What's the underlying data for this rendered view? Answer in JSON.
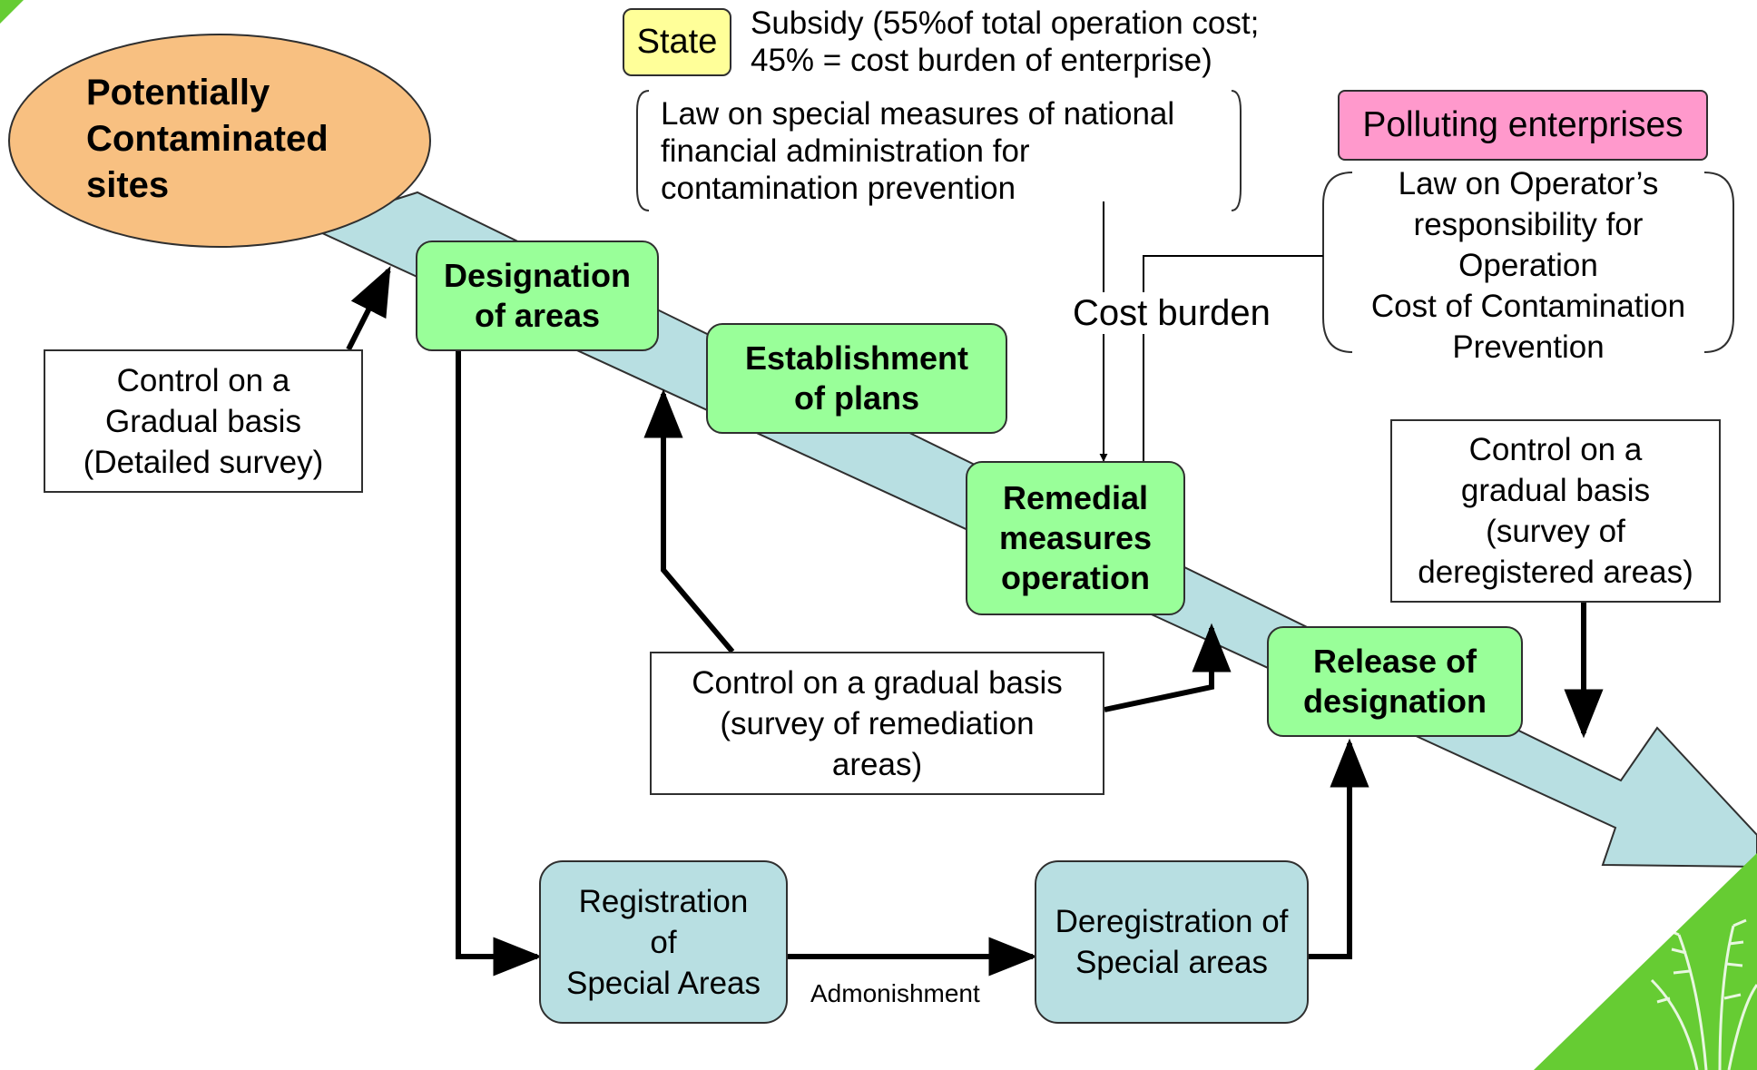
{
  "colors": {
    "green_box": "#99ff99",
    "blue_box": "#b8dfe2",
    "band": "#b8dfe2",
    "ellipse": "#f8c081",
    "state_tag": "#ffff99",
    "polluting_tag": "#ff99cc",
    "corner_green": "#66cc33"
  },
  "icons": [
    "diagonal-flow-arrow",
    "grass-decoration"
  ],
  "diagram": {
    "start_node": [
      "Potentially",
      "Contaminated",
      "sites"
    ],
    "state_tag": "State",
    "subsidy_note": [
      "Subsidy (55%of total operation cost;",
      "45% = cost burden of enterprise)"
    ],
    "state_law": [
      "Law on special measures of national",
      "financial administration for",
      "contamination prevention"
    ],
    "polluting_tag": "Polluting enterprises",
    "operator_law": [
      "Law on Operator’s",
      "responsibility for",
      "Operation",
      "Cost of Contamination",
      "Prevention"
    ],
    "cost_burden": "Cost burden",
    "steps": {
      "designation": [
        "Designation",
        "of areas"
      ],
      "plans": [
        "Establishment",
        "of plans"
      ],
      "remedial": [
        "Remedial",
        "measures",
        "operation"
      ],
      "release": [
        "Release of",
        "designation"
      ]
    },
    "controls": {
      "detailed_survey": [
        "Control on a",
        "Gradual basis",
        "(Detailed survey)"
      ],
      "remediation_survey": [
        "Control on a gradual basis",
        "(survey of remediation",
        "areas)"
      ],
      "deregistered_survey": [
        "Control on a",
        "gradual basis",
        "(survey of",
        "deregistered areas)"
      ]
    },
    "special_areas": {
      "registration": [
        "Registration",
        "of",
        "Special Areas"
      ],
      "deregistration": [
        "Deregistration of",
        "Special areas"
      ],
      "admonishment": "Admonishment"
    }
  }
}
